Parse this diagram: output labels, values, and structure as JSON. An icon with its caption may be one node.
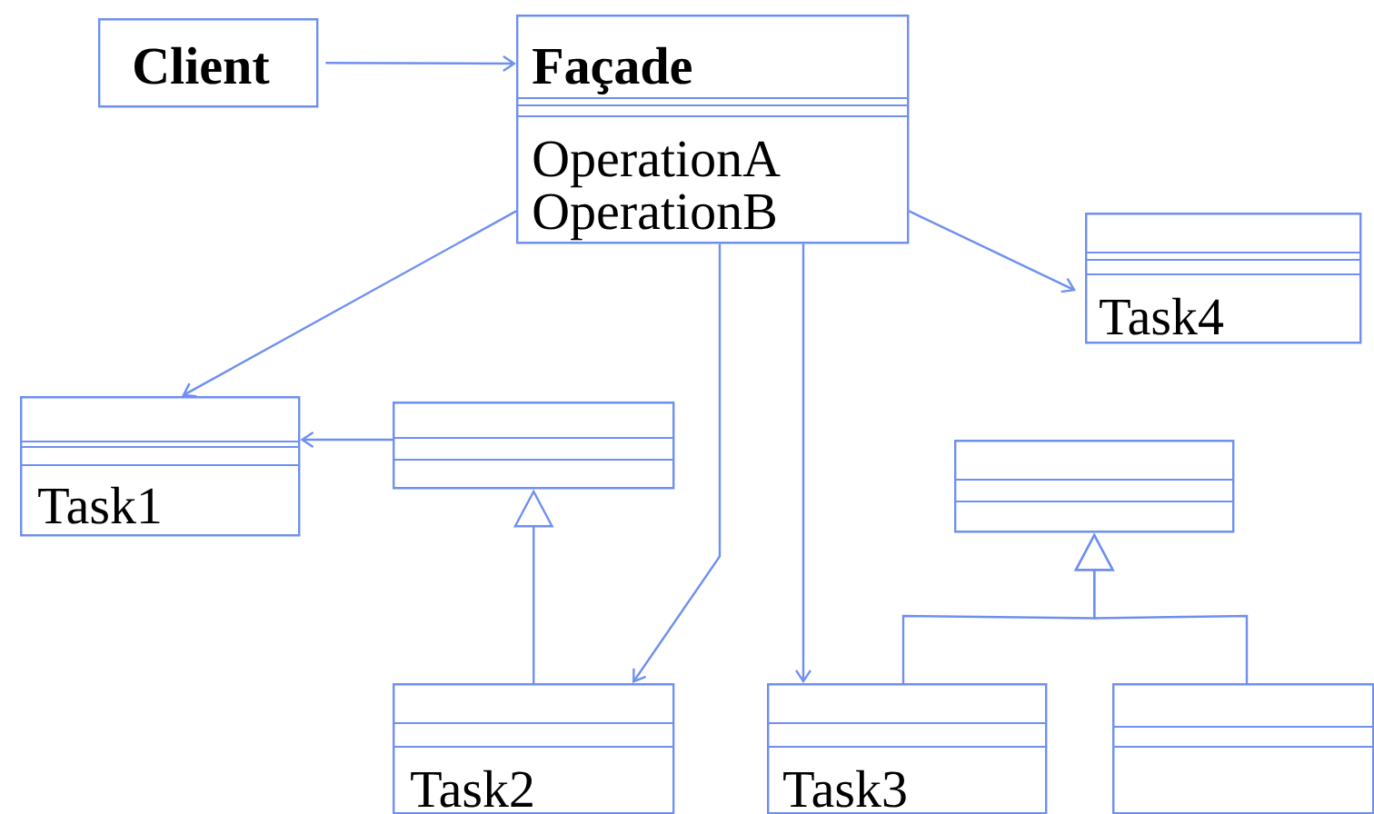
{
  "diagram": {
    "nodes": [
      {
        "text": [
          "**Client**"
        ]
      },
      {
        "text": [
          "**Façade**",
          "OperationA",
          "OperationB"
        ]
      },
      {
        "text": [
          "Task4"
        ]
      },
      {
        "text": [
          "Task1"
        ]
      },
      {
        "text": [],
        "shape": "box"
      },
      {
        "text": [
          "Task2"
        ]
      },
      {
        "text": [
          "Task3"
        ]
      },
      {
        "text": [],
        "shape": "box"
      },
      {
        "text": [],
        "shape": "box"
      }
    ],
    "edges": [
      {
        "from": 0,
        "to": 1,
        "arrow": "to"
      },
      {
        "from": 1,
        "to": 3,
        "arrow": "to"
      },
      {
        "from": 1,
        "to": 2,
        "arrow": "to"
      },
      {
        "from": 1,
        "to": 5,
        "arrow": "to"
      },
      {
        "from": 1,
        "to": 6,
        "arrow": "to"
      },
      {
        "from": 4,
        "to": 3,
        "arrow": "to"
      },
      {
        "from": 5,
        "to": 4,
        "arrow": "to"
      },
      {
        "from": 6,
        "to": 7,
        "arrow": "to"
      },
      {
        "from": 8,
        "to": 7,
        "arrow": "to"
      }
    ]
  }
}
